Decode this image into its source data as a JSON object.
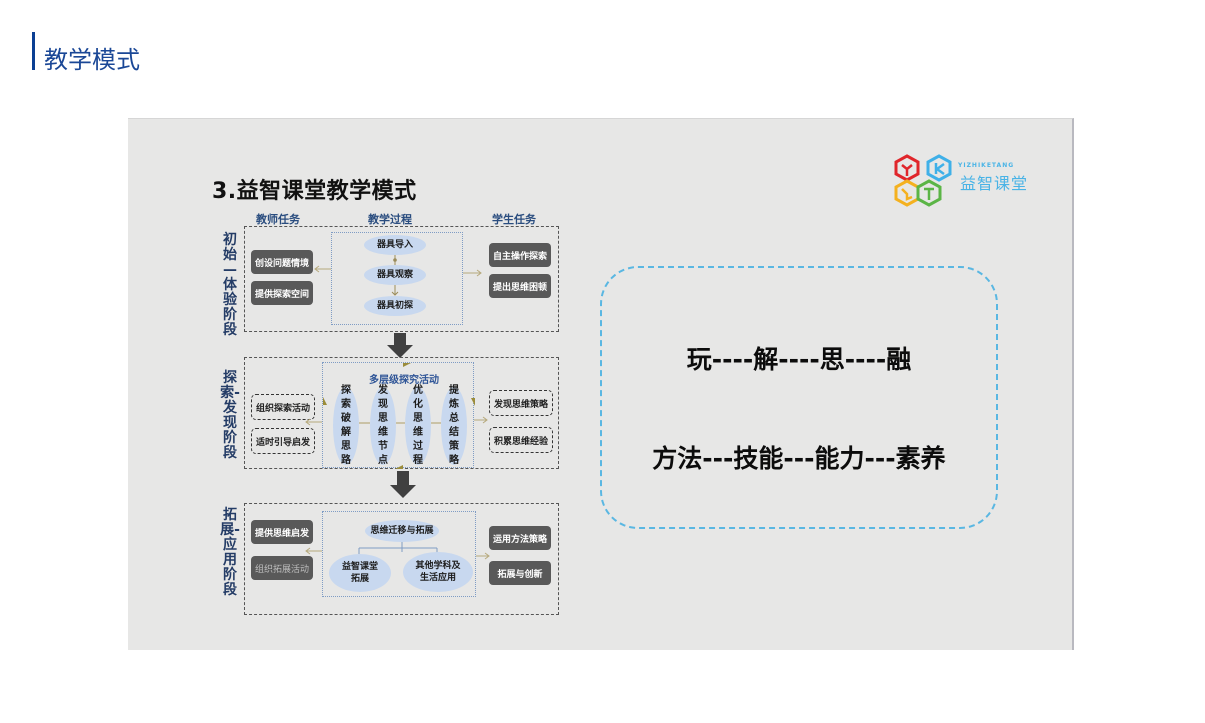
{
  "page": {
    "title": "教学模式",
    "accent_color": "#0b3f93"
  },
  "slide": {
    "title": "3.益智课堂教学模式",
    "logo": {
      "subtitle": "YIZHIKETANG",
      "name": "益智课堂",
      "cube_colors": [
        "#e0262b",
        "#3fb0e8",
        "#f4b11f",
        "#5bb546"
      ]
    },
    "columns": {
      "teacher": "教师任务",
      "process": "教学过程",
      "student": "学生任务"
    },
    "stages": [
      {
        "label": "初始—体验阶段",
        "teacher_tasks": [
          "创设问题情境",
          "提供探索空间"
        ],
        "process": [
          "器具导入",
          "器具观察",
          "器具初探"
        ],
        "student_tasks": [
          "自主操作探索",
          "提出思维困顿"
        ]
      },
      {
        "label": "探索-发现阶段",
        "process_title": "多层级探究活动",
        "teacher_tasks": [
          "组织探索活动",
          "适时引导启发"
        ],
        "process": [
          "探索破解思路",
          "发现思维节点",
          "优化思维过程",
          "提炼总结策略"
        ],
        "student_tasks": [
          "发现思维策略",
          "积累思维经验"
        ]
      },
      {
        "label": "拓展-应用阶段",
        "teacher_tasks": [
          "提供思维启发",
          "组织拓展活动"
        ],
        "process_root": "思维迁移与拓展",
        "process": [
          "益智课堂拓展",
          "其他学科及生活应用"
        ],
        "process_display": [
          "益智课堂\n拓展",
          "其他学科及\n生活应用"
        ],
        "student_tasks": [
          "运用方法策略",
          "拓展与创新"
        ]
      }
    ],
    "motto": {
      "line1": "玩----解----思----融",
      "line2": "方法---技能---能力---素养",
      "border_color": "#5ab7e2"
    }
  }
}
